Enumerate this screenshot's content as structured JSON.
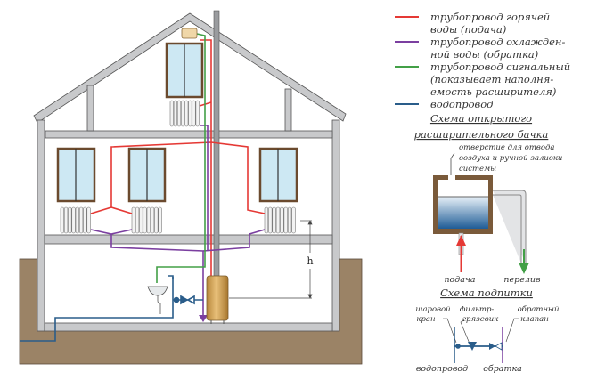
{
  "legend": [
    {
      "lines": [
        "трубопровод горячей",
        "воды (подача)"
      ],
      "color": "#e53935"
    },
    {
      "lines": [
        "трубопровод охлажден-",
        "ной воды (обратка)"
      ],
      "color": "#7b3fa0"
    },
    {
      "lines": [
        "трубопровод сигнальный",
        "(показывает наполня-",
        "емость расширителя)"
      ],
      "color": "#43a047"
    },
    {
      "lines": [
        "водопровод"
      ],
      "color": "#2a5d8a"
    }
  ],
  "house": {
    "height_label": "h"
  },
  "tank_scheme": {
    "title": [
      "Схема открытого",
      "расширительного бачка"
    ],
    "note": [
      "отверстие для отвода",
      "воздуха и ручной заливки",
      "системы"
    ],
    "supply_label": "подача",
    "overflow_label": "перелив"
  },
  "makeup_scheme": {
    "title": "Схема подпитки",
    "ball_valve": [
      "шаровой",
      "кран"
    ],
    "filter": [
      "фильтр-",
      "грязевик"
    ],
    "check_valve": [
      "обратный",
      "клапан"
    ],
    "water_main": "водопровод",
    "return": "обратка"
  },
  "colors": {
    "ground": "#9b8366",
    "wall": "#c8c9cb",
    "glass": "#cde8f3",
    "frame": "#6b4a2e"
  }
}
